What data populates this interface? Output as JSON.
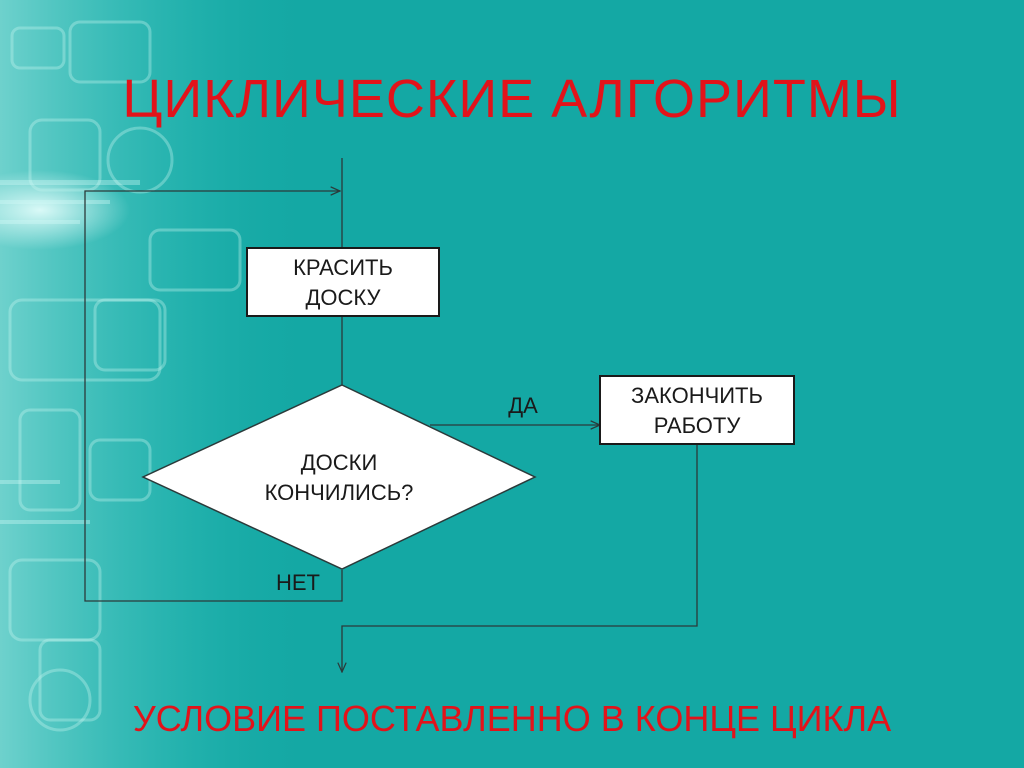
{
  "title": "ЦИКЛИЧЕСКИЕ АЛГОРИТМЫ",
  "footer": "УСЛОВИЕ ПОСТАВЛЕННО В КОНЦЕ ЦИКЛА",
  "flowchart": {
    "process": {
      "line1": "КРАСИТЬ",
      "line2": "ДОСКУ"
    },
    "decision": {
      "line1": "ДОСКИ",
      "line2": "КОНЧИЛИСЬ?"
    },
    "terminal": {
      "line1": "ЗАКОНЧИТЬ",
      "line2": "РАБОТУ"
    },
    "yes_label": "ДА",
    "no_label": "НЕТ"
  },
  "colors": {
    "background": "#14a8a4",
    "title": "#e2131a",
    "box_fill": "#ffffff",
    "line": "#2b3a3a"
  }
}
